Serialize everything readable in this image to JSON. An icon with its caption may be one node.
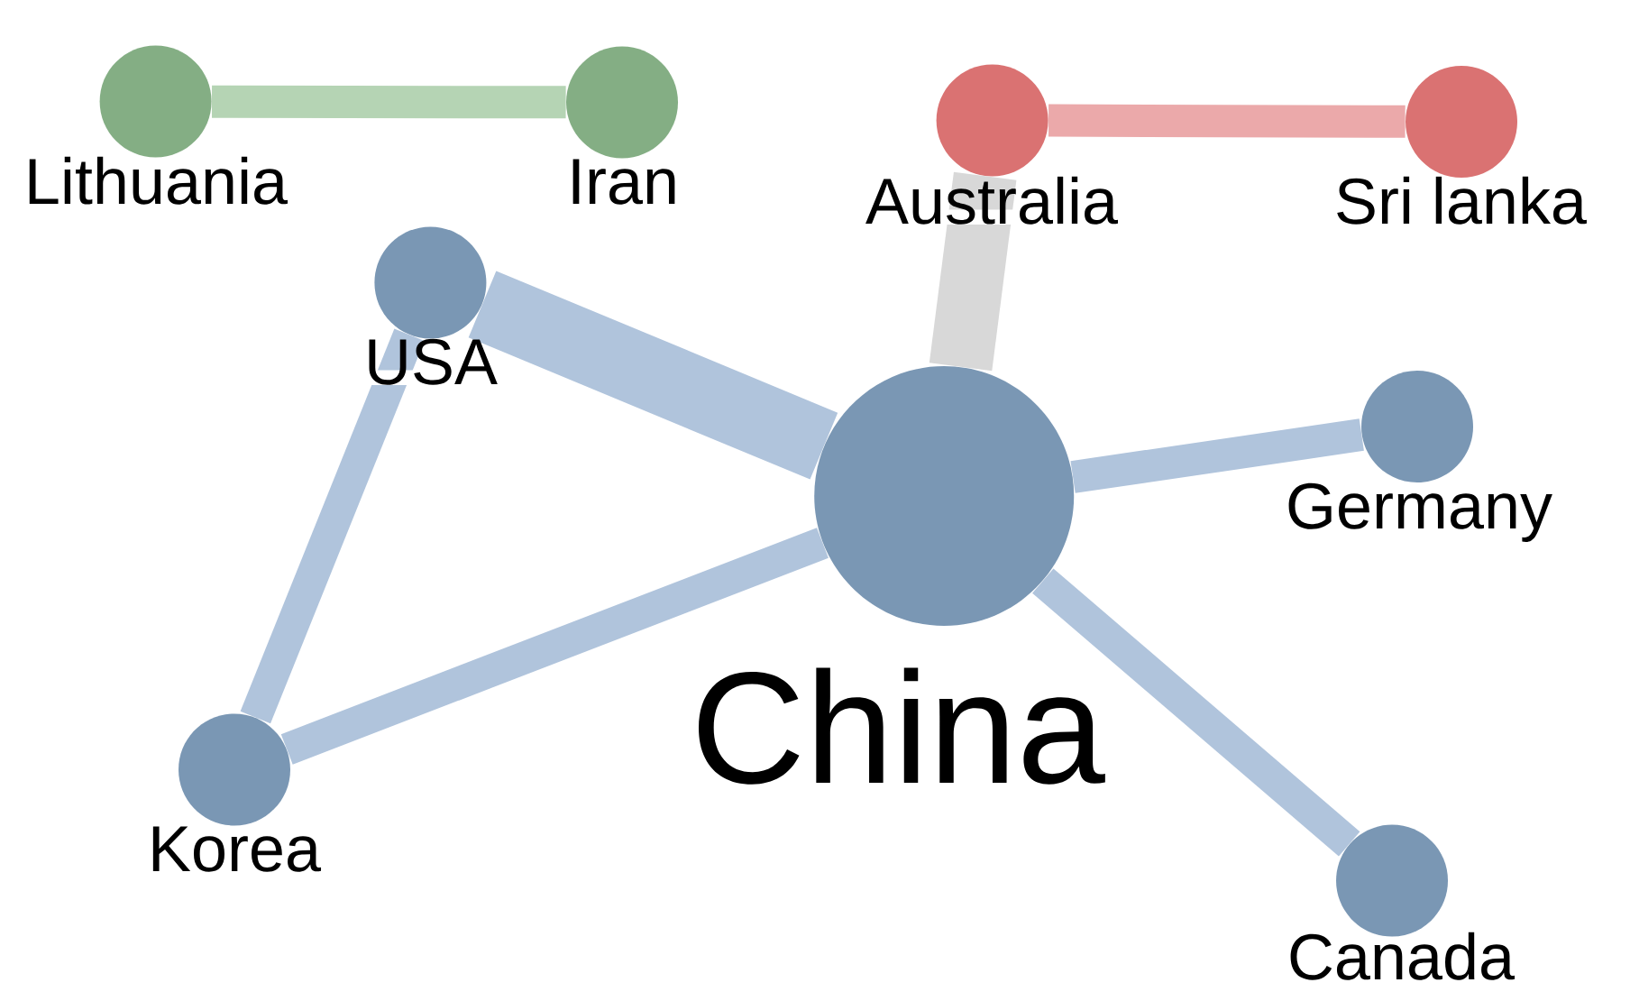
{
  "diagram": {
    "nodes": [
      {
        "text": [
          "Lithuania"
        ]
      },
      {
        "text": [
          "Iran"
        ]
      },
      {
        "text": [
          "Australia"
        ]
      },
      {
        "text": [
          "Sri lanka"
        ]
      },
      {
        "text": [
          "USA"
        ]
      },
      {
        "text": [
          "China"
        ]
      },
      {
        "text": [
          "Germany"
        ]
      },
      {
        "text": [
          "Korea"
        ]
      },
      {
        "text": [
          "Canada"
        ]
      }
    ],
    "edges": [
      {
        "from": 0,
        "to": 1,
        "arrow": "none",
        "color": "#b5d4b4"
      },
      {
        "from": 2,
        "to": 3,
        "arrow": "none",
        "color": "#eba9aa"
      },
      {
        "from": 2,
        "to": 5,
        "arrow": "none",
        "style": "thick",
        "color": "#d8d8d8"
      },
      {
        "from": 4,
        "to": 5,
        "arrow": "none",
        "style": "thick"
      },
      {
        "from": 4,
        "to": 7,
        "arrow": "none"
      },
      {
        "from": 5,
        "to": 6,
        "arrow": "none"
      },
      {
        "from": 5,
        "to": 7,
        "arrow": "none"
      },
      {
        "from": 5,
        "to": 8,
        "arrow": "none"
      }
    ]
  }
}
